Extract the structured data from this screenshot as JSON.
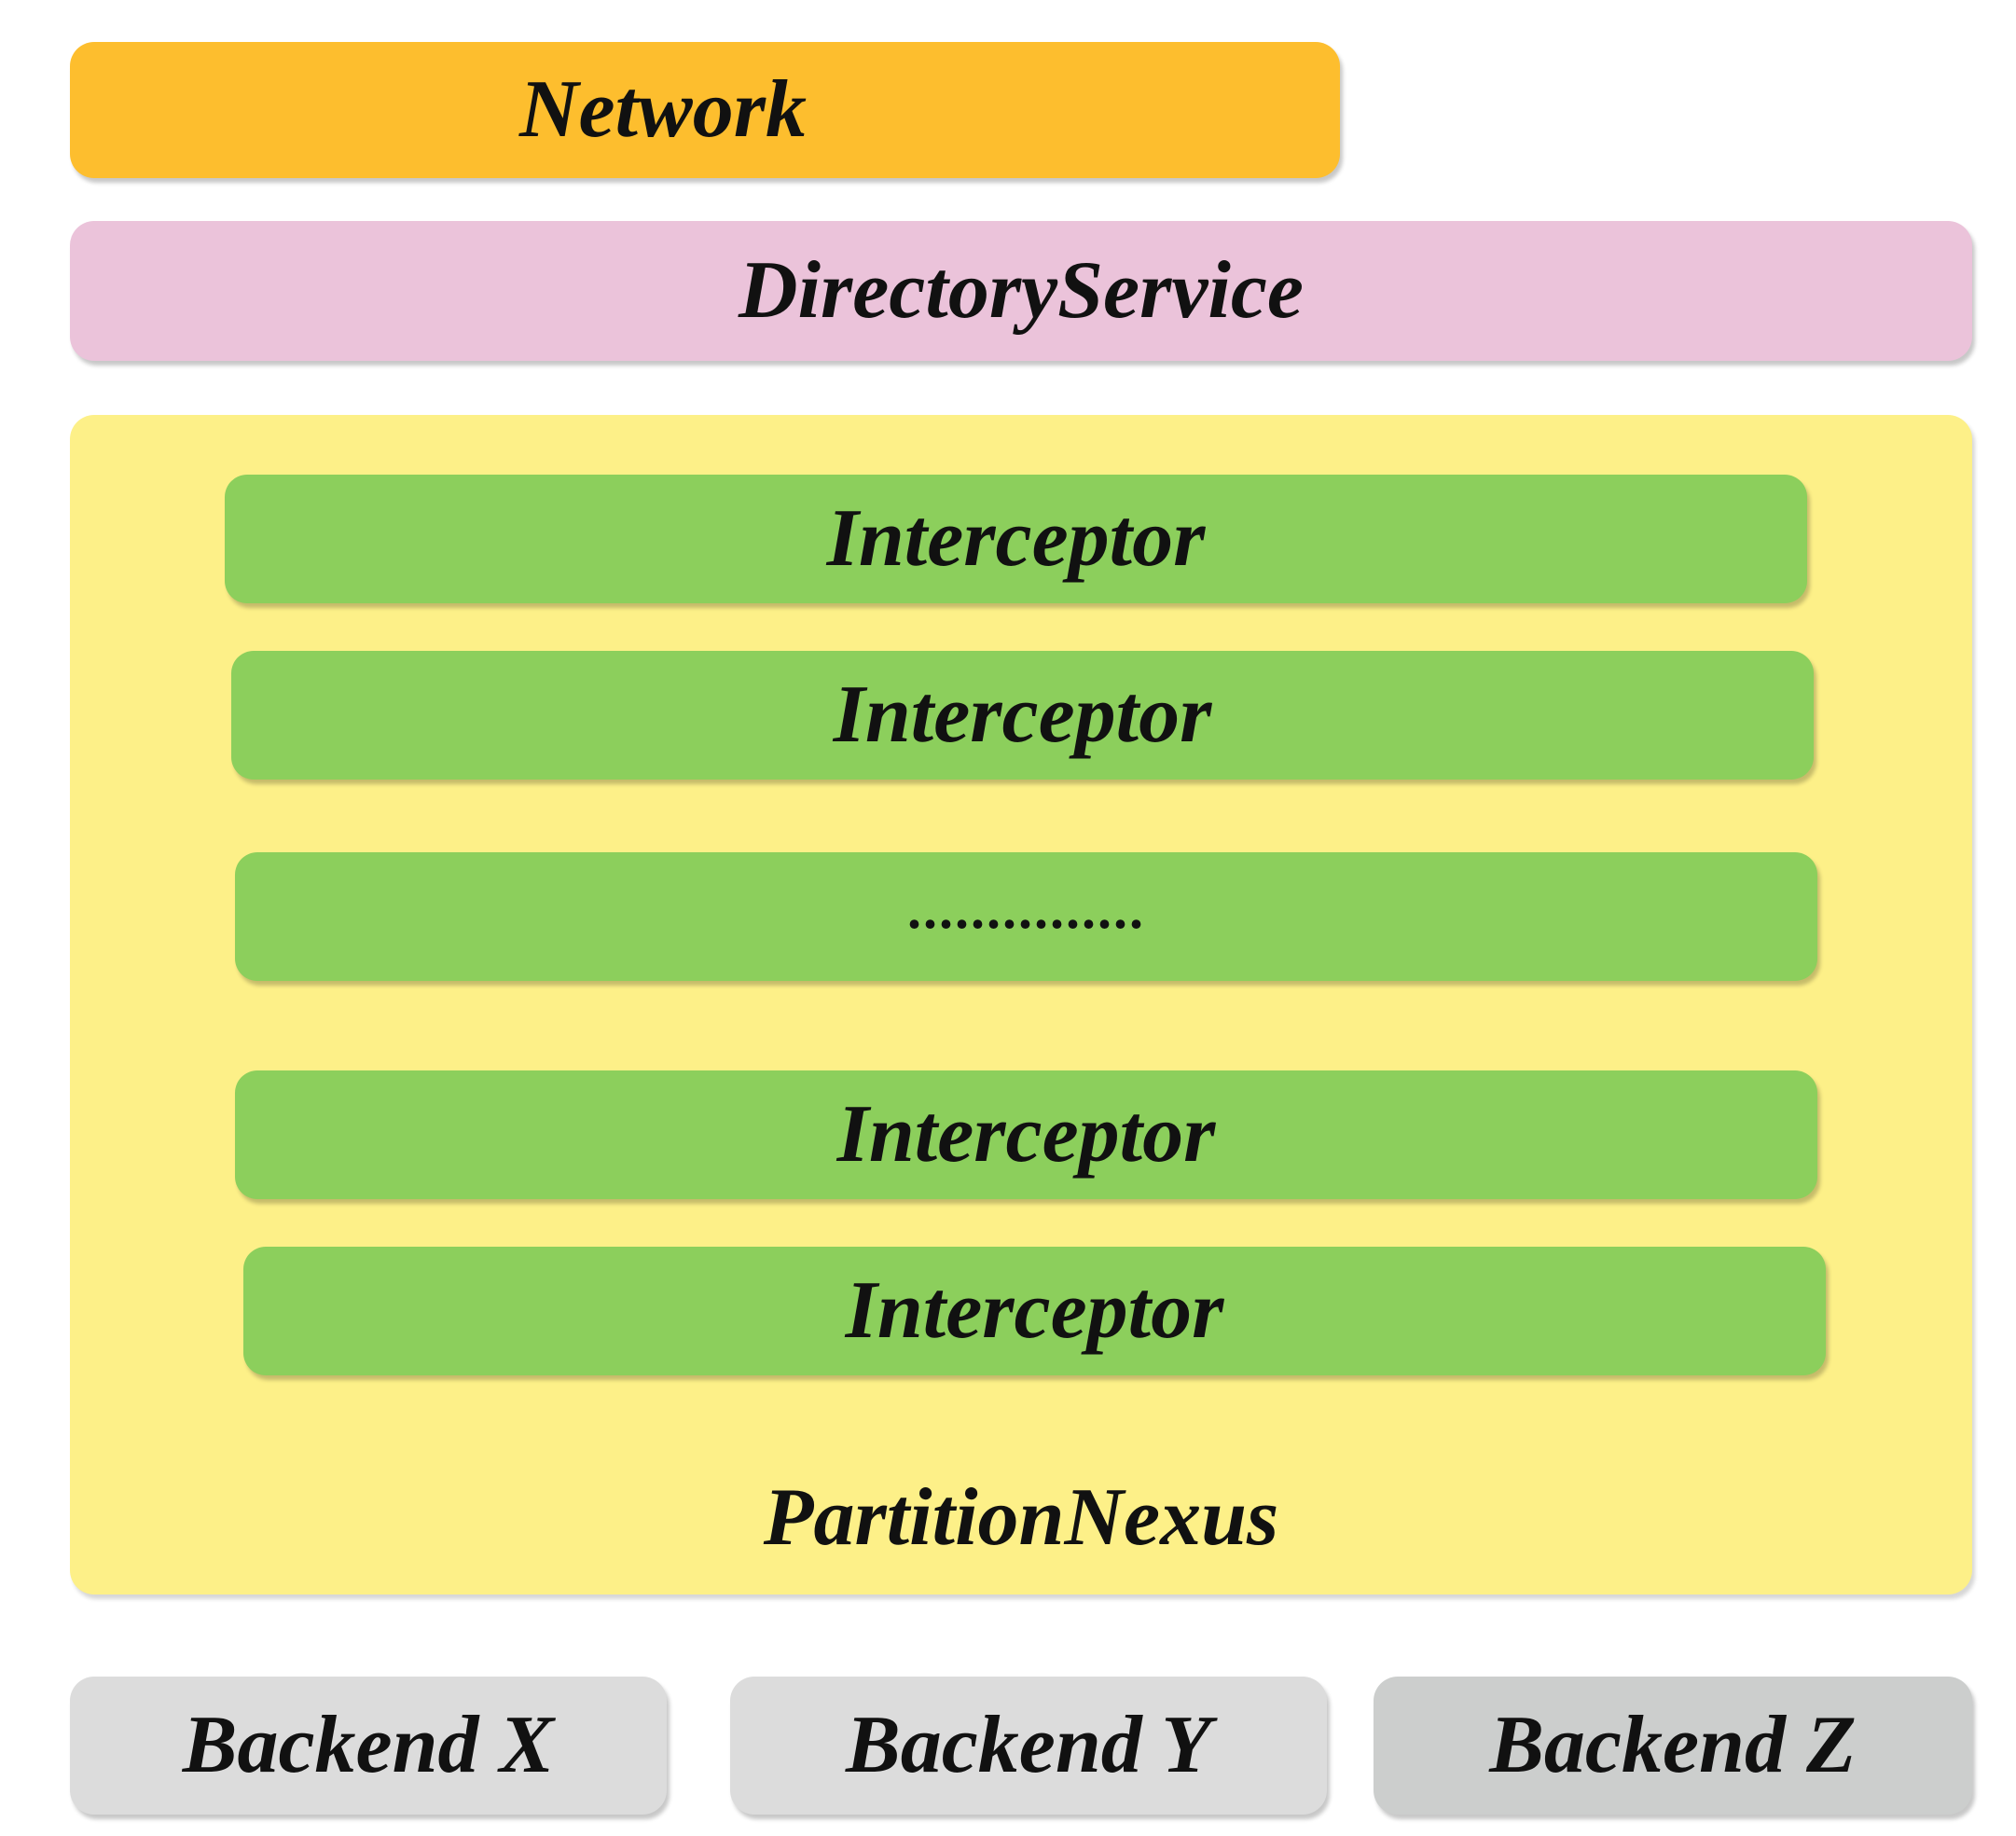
{
  "diagram": {
    "network": {
      "label": "Network",
      "color": "#fdbe2e"
    },
    "directory_service": {
      "label": "DirectoryService",
      "color": "#ebc3da"
    },
    "partition_nexus": {
      "label": "PartitionNexus",
      "color": "#fdf088",
      "interceptors": [
        {
          "label": "Interceptor"
        },
        {
          "label": "Interceptor"
        },
        {
          "label": "..............."
        },
        {
          "label": "Interceptor"
        },
        {
          "label": "Interceptor"
        }
      ],
      "interceptor_color": "#8ccf5c"
    },
    "backends": [
      {
        "label": "Backend X",
        "color": "#dcdcdc"
      },
      {
        "label": "Backend Y",
        "color": "#dcdcdc"
      },
      {
        "label": "Backend Z",
        "color": "#cccecd"
      }
    ]
  }
}
